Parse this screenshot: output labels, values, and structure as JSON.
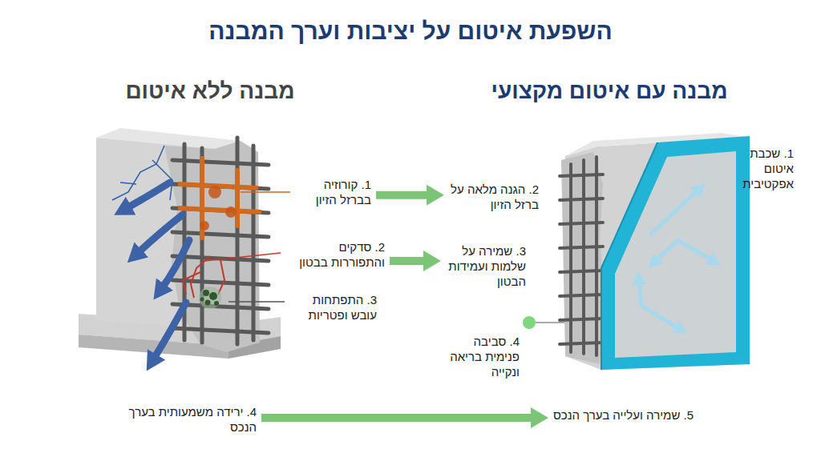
{
  "diagram": {
    "title": "השפעת איטום על יציבות וערך המבנה",
    "nodes": [
      {
        "text": [
          "1. קורוזיה בברזל הזיון"
        ]
      },
      {
        "text": [
          "2. סדקים והתפוררות בבטון"
        ]
      },
      {
        "text": [
          "3. התפתחות עובש ופטריות"
        ]
      },
      {
        "text": [
          "4. ירידה משמעותית בערך הנכס"
        ]
      },
      {
        "text": [
          "1. שכבת איטום אפקטיבית"
        ]
      },
      {
        "text": [
          "2. הגנה מלאה על ברזל הזיון"
        ]
      },
      {
        "text": [
          "3. שמירה על שלמות ועמידות הבטון"
        ]
      },
      {
        "text": [
          "4. סביבה פנימית בריאה ונקייה"
        ]
      },
      {
        "text": [
          "5. שמירה ועלייה בערך הנכס"
        ]
      }
    ],
    "edges": [
      {
        "from": 0,
        "to": 5,
        "arrow": "to"
      },
      {
        "from": 1,
        "to": 6,
        "arrow": "to"
      },
      {
        "from": 3,
        "to": 8,
        "arrow": "to"
      }
    ],
    "labels": [
      "מבנה ללא איטום",
      "מבנה עם איטום מקצועי"
    ]
  }
}
